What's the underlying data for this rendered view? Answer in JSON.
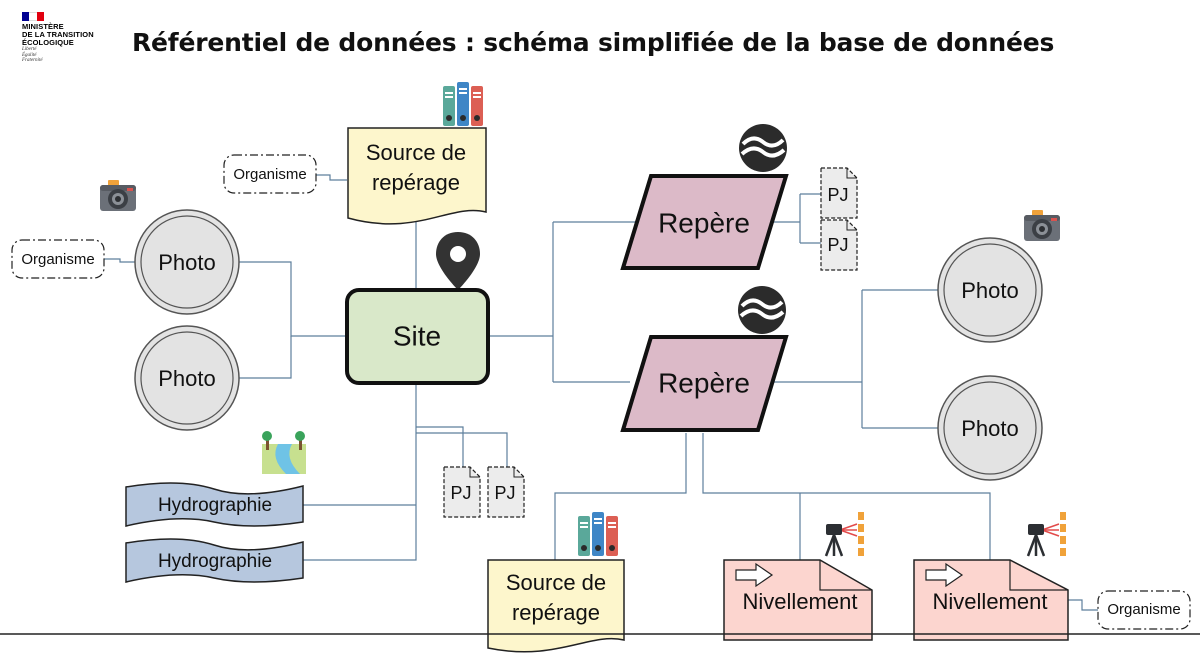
{
  "header": {
    "title": "Référentiel de données : schéma simplifiée de la base de données",
    "logo": {
      "lines": [
        "MINISTÈRE",
        "DE LA TRANSITION",
        "ÉCOLOGIQUE"
      ],
      "motto": [
        "Liberté",
        "Égalité",
        "Fraternité"
      ],
      "flag_colors": [
        "#000091",
        "#ffffff",
        "#e1000f"
      ]
    }
  },
  "diagram": {
    "site": "Site",
    "source_top": [
      "Source de",
      "repérage"
    ],
    "source_bottom": [
      "Source de",
      "repérage"
    ],
    "organisme_1": "Organisme",
    "organisme_2": "Organisme",
    "organisme_3": "Organisme",
    "photo_left_1": "Photo",
    "photo_left_2": "Photo",
    "photo_right_1": "Photo",
    "photo_right_2": "Photo",
    "repere_1": "Repère",
    "repere_2": "Repère",
    "pj_1": "PJ",
    "pj_2": "PJ",
    "pj_3": "PJ",
    "pj_4": "PJ",
    "hydro_1": "Hydrographie",
    "hydro_2": "Hydrographie",
    "nivellement_1": "Nivellement",
    "nivellement_2": "Nivellement"
  },
  "colors": {
    "site_fill": "#d9e8c9",
    "source_fill": "#fdf6cc",
    "repere_fill": "#dcbac8",
    "photo_fill": "#e3e3e3",
    "hydro_fill": "#b6c7de",
    "nivellement_fill": "#fcd5cf",
    "connector": "#5d7f9c"
  }
}
